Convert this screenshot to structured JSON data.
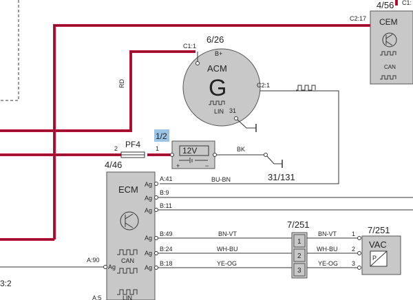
{
  "diagram": {
    "left_label": "3:2",
    "rd_label": "RD",
    "cem": {
      "ref": "4/56",
      "name": "CEM",
      "pin_c217": "C2:17",
      "pin_c1": "C1:",
      "can": "CAN"
    },
    "acm": {
      "ref": "6/26",
      "name": "ACM",
      "letter": "G",
      "pin_c11": "C1:1",
      "bplus": "B+",
      "pin_c21": "C2:1",
      "lin": "LIN",
      "pin31": "31"
    },
    "fuse": {
      "label": "PF4",
      "pin2": "2",
      "pin1": "1",
      "highlight": "1/2"
    },
    "battery": {
      "label": "12V",
      "plus": "+",
      "minus": "−",
      "wire": "BK",
      "ground": "31/131"
    },
    "ecm": {
      "ref": "4/46",
      "name": "ECM",
      "can": "CAN",
      "lin": "LIN",
      "pins": [
        "A:41",
        "B:9",
        "B:11",
        "B:49",
        "B:24",
        "B:18"
      ],
      "ag": "Ag",
      "left_pins": [
        "A:90",
        "A:5"
      ]
    },
    "wire_colors": {
      "a41": "BU-BN",
      "b49": "BN-VT",
      "b24": "WH-BU",
      "b18": "YE-OG"
    },
    "connector": {
      "ref": "7/251",
      "pins": [
        "1",
        "2",
        "3"
      ]
    },
    "vac": {
      "ref": "7/251",
      "name": "VAC",
      "symbol": "P",
      "wires": [
        "BN-VT",
        "WH-BU",
        "YE-OG"
      ],
      "pins": [
        "1",
        "2",
        "3"
      ]
    }
  }
}
